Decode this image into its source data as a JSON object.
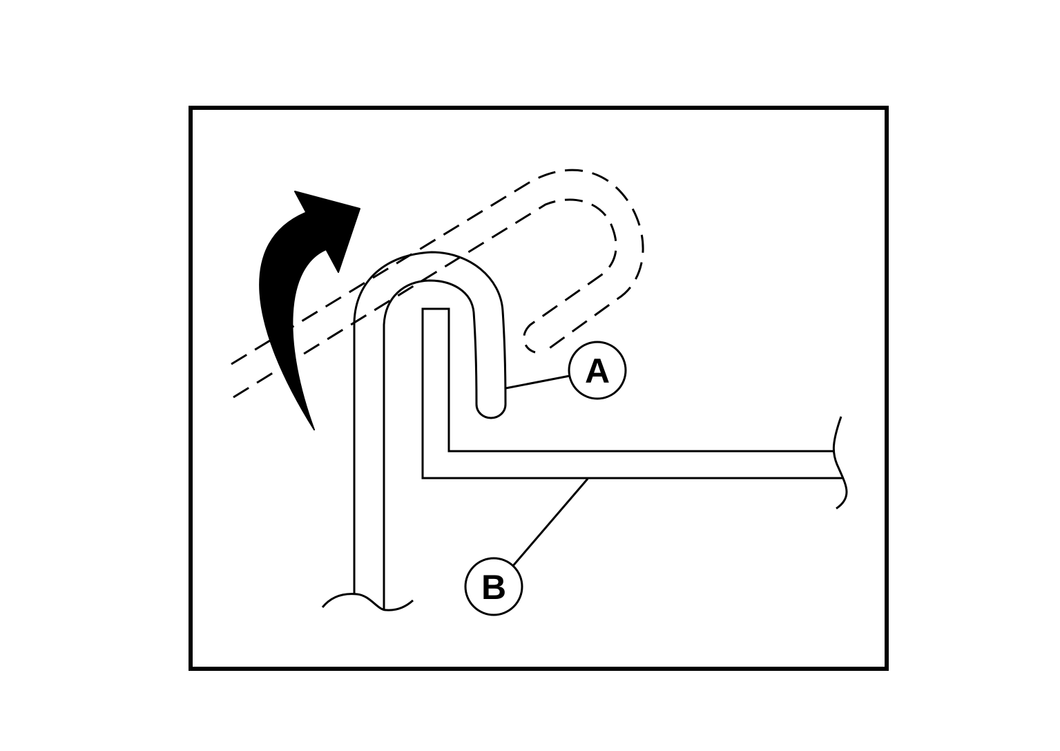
{
  "diagram": {
    "callouts": [
      {
        "id": "a",
        "label": "A"
      },
      {
        "id": "b",
        "label": "B"
      }
    ],
    "colors": {
      "stroke": "#000000",
      "background": "#ffffff"
    },
    "icons": [
      "curved-arrow-icon"
    ]
  }
}
